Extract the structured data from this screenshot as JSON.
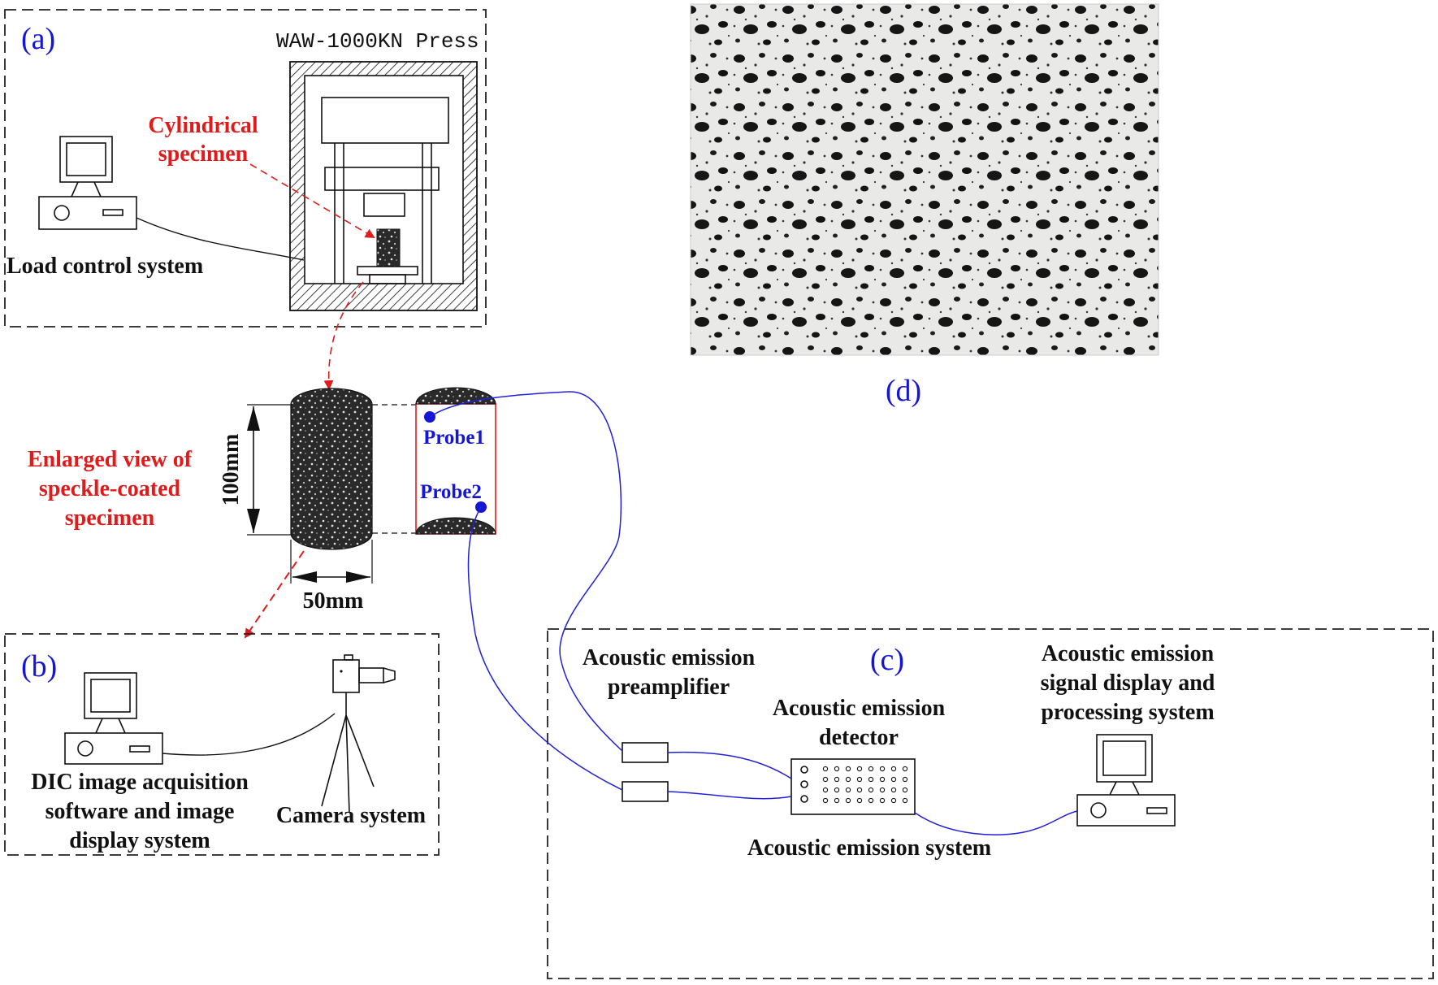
{
  "panels": {
    "a": "(a)",
    "b": "(b)",
    "c": "(c)",
    "d": "(d)"
  },
  "labels": {
    "press": "WAW-1000KN Press",
    "cylindrical_specimen": [
      "Cylindrical",
      "specimen"
    ],
    "load_control": "Load control system",
    "enlarged_view": [
      "Enlarged view of",
      "speckle-coated",
      "specimen"
    ],
    "height_dim": "100mm",
    "width_dim": "50mm",
    "probe1": "Probe1",
    "probe2": "Probe2",
    "dic_software": [
      "DIC image acquisition",
      "software and image",
      "display system"
    ],
    "camera": "Camera system",
    "ae_preamp": [
      "Acoustic emission",
      "preamplifier"
    ],
    "ae_detector": [
      "Acoustic emission",
      "detector"
    ],
    "ae_display": [
      "Acoustic emission",
      "signal display and",
      "processing system"
    ],
    "ae_system": "Acoustic emission system"
  },
  "colors": {
    "label_blue": "#1515d6",
    "label_red": "#e01b1b",
    "probe_wire": "#2020d8"
  }
}
